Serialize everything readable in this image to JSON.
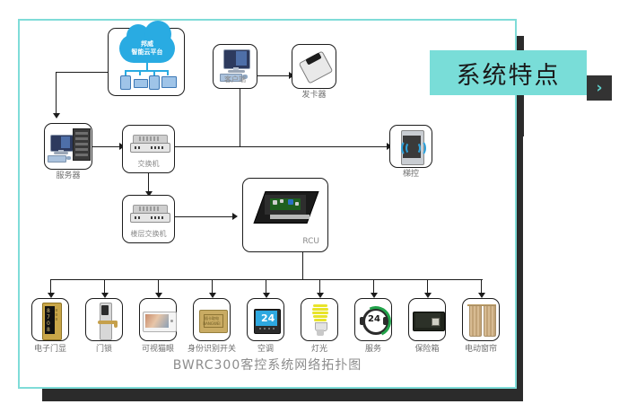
{
  "banner": {
    "label": "系统特点",
    "arrow": "›",
    "bg_color": "#79ddd8",
    "arrow_bg": "#333333",
    "arrow_color": "#5fd0cc"
  },
  "panel": {
    "border_color": "#7fdcd8",
    "caption": "BWRC300客控系统网络拓扑图"
  },
  "diagram": {
    "cloud": {
      "line1": "邦威",
      "line2": "智能云平台"
    },
    "nodes": {
      "server": "服务器",
      "switch": "交换机",
      "floor_switch": "楼层交换机",
      "client": "客户端",
      "card_issuer": "发卡器",
      "elevator": "梯控",
      "rcu": "RCU"
    },
    "devices": [
      {
        "label": "电子门显",
        "icon": "door-display-icon"
      },
      {
        "label": "门锁",
        "icon": "door-lock-icon"
      },
      {
        "label": "可视猫眼",
        "icon": "video-peephole-icon"
      },
      {
        "label": "身份识别开关",
        "icon": "id-switch-icon"
      },
      {
        "label": "空调",
        "icon": "thermostat-icon"
      },
      {
        "label": "灯光",
        "icon": "lamp-icon"
      },
      {
        "label": "服务",
        "icon": "service-headset-icon"
      },
      {
        "label": "保险箱",
        "icon": "safe-box-icon"
      },
      {
        "label": "电动窗帘",
        "icon": "curtain-icon"
      }
    ],
    "device_icon_text": {
      "door_display_digits": "8708",
      "service_number": "24",
      "thermostat_number": "24"
    }
  }
}
